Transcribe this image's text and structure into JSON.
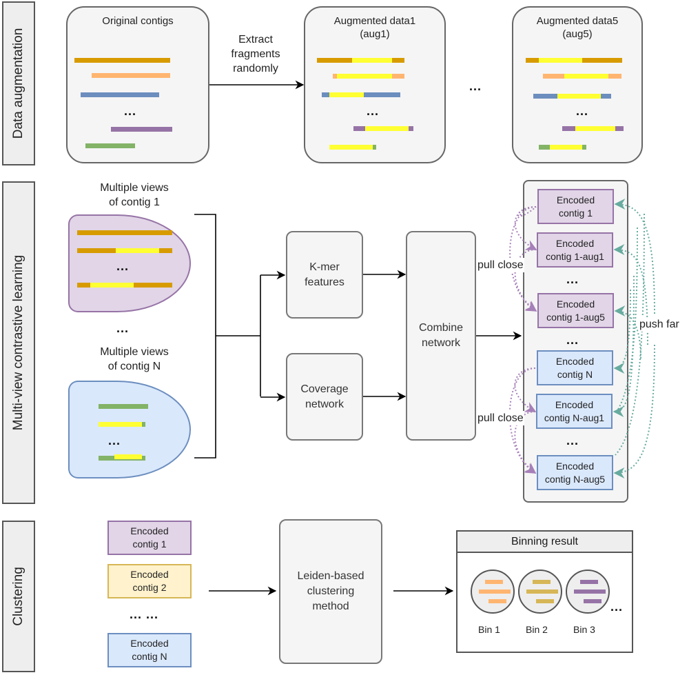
{
  "sections": {
    "augmentation": "Data augmentation",
    "contrastive": "Multi-view contrastive learning",
    "clustering": "Clustering"
  },
  "augmentation": {
    "original_title": "Original contigs",
    "arrow_label_lines": [
      "Extract",
      "fragments",
      "randomly"
    ],
    "aug1_title_lines": [
      "Augmented data1",
      "(aug1)"
    ],
    "aug5_title_lines": [
      "Augmented data5",
      "(aug5)"
    ],
    "between_ellipsis": "...",
    "inner_ellipsis": "...",
    "colors": {
      "orange_dark": "#d79b00",
      "orange_light": "#ffb570",
      "blue": "#6c8ebf",
      "purple": "#9673a6",
      "green": "#82b366",
      "highlight_yellow": "#ffff33"
    }
  },
  "contrastive": {
    "views1_label_lines": [
      "Multiple views",
      "of contig 1"
    ],
    "viewsN_label_lines": [
      "Multiple views",
      "of contig N"
    ],
    "between_ellipsis": "...",
    "inner_ellipsis": "...",
    "kmer_lines": [
      "K-mer",
      "features"
    ],
    "coverage_lines": [
      "Coverage",
      "network"
    ],
    "combine_lines": [
      "Combine",
      "network"
    ],
    "pull_close_label": "pull close",
    "push_far_label": "push far",
    "encoded": [
      {
        "lines": [
          "Encoded",
          "contig 1"
        ],
        "group": "purple"
      },
      {
        "lines": [
          "Encoded",
          "contig 1-aug1"
        ],
        "group": "purple"
      },
      {
        "lines": [
          "Encoded",
          "contig 1-aug5"
        ],
        "group": "purple"
      },
      {
        "lines": [
          "Encoded",
          "contig N"
        ],
        "group": "blue"
      },
      {
        "lines": [
          "Encoded",
          "contig N-aug1"
        ],
        "group": "blue"
      },
      {
        "lines": [
          "Encoded",
          "contig N-aug5"
        ],
        "group": "blue"
      }
    ],
    "stack_ellipsis": "...",
    "colors": {
      "pull": "#a680b8",
      "push": "#67ab9f"
    }
  },
  "clustering": {
    "inputs": [
      {
        "lines": [
          "Encoded",
          "contig 1"
        ],
        "color": "purple"
      },
      {
        "lines": [
          "Encoded",
          "contig 2"
        ],
        "color": "yellow"
      },
      {
        "lines": [
          "Encoded",
          "contig N"
        ],
        "color": "blue"
      }
    ],
    "inputs_ellipsis": "... ...",
    "method_lines": [
      "Leiden-based",
      "clustering",
      "method"
    ],
    "result_title": "Binning result",
    "bins": [
      {
        "label": "Bin 1",
        "color": "#ffb570"
      },
      {
        "label": "Bin 2",
        "color": "#d6b656"
      },
      {
        "label": "Bin 3",
        "color": "#9673a6"
      }
    ],
    "bins_ellipsis": "..."
  }
}
